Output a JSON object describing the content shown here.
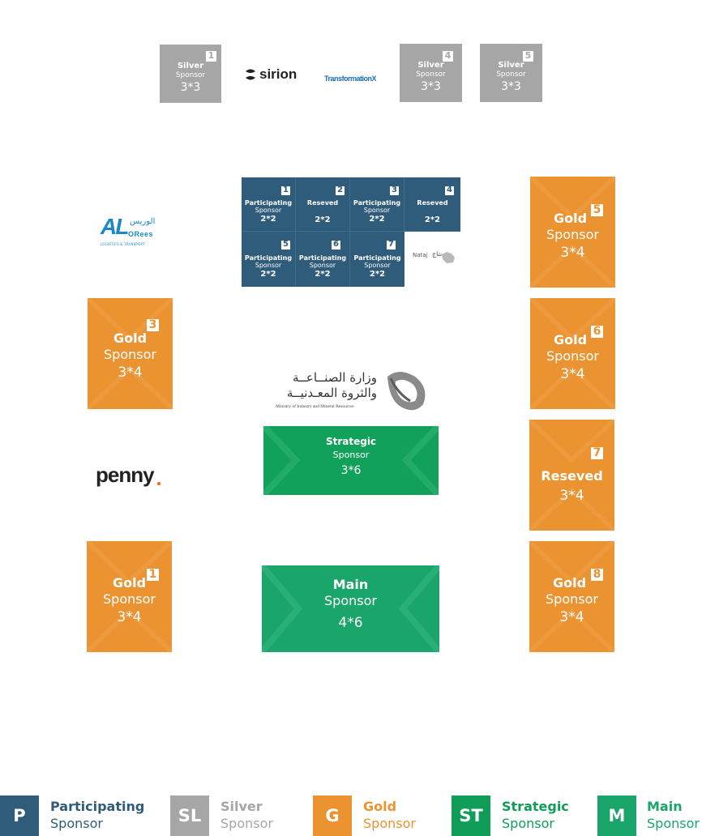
{
  "colors": {
    "participating": "#2f5c7a",
    "silver": "#a7a6a6",
    "gold": "#ea9330",
    "strategic": "#0f9d58",
    "main": "#1aa56a"
  },
  "silver_booths": [
    {
      "num": "1",
      "line1": "Silver",
      "line2": "Sponsor",
      "size": "3*3"
    },
    {
      "num": "4",
      "line1": "Silver",
      "line2": "Sponsor",
      "size": "3*3"
    },
    {
      "num": "5",
      "line1": "Silver",
      "line2": "Sponsor",
      "size": "3*3"
    }
  ],
  "participating_booths": [
    {
      "num": "1",
      "line1": "Participating",
      "line2": "Sponsor",
      "size": "2*2"
    },
    {
      "num": "2",
      "line1": "Reseved",
      "line2": "",
      "size": "2*2"
    },
    {
      "num": "3",
      "line1": "Participating",
      "line2": "Sponsor",
      "size": "2*2"
    },
    {
      "num": "4",
      "line1": "Reseved",
      "line2": "",
      "size": "2*2"
    },
    {
      "num": "5",
      "line1": "Participating",
      "line2": "Sponsor",
      "size": "2*2"
    },
    {
      "num": "6",
      "line1": "Participating",
      "line2": "Sponsor",
      "size": "2*2"
    },
    {
      "num": "7",
      "line1": "Participating",
      "line2": "Sponsor",
      "size": "2*2"
    }
  ],
  "gold_booths": [
    {
      "num": "5",
      "line1": "Gold",
      "line2": "Sponsor",
      "size": "3*4"
    },
    {
      "num": "3",
      "line1": "Gold",
      "line2": "Sponsor",
      "size": "3*4"
    },
    {
      "num": "6",
      "line1": "Gold",
      "line2": "Sponsor",
      "size": "3*4"
    },
    {
      "num": "7",
      "line1": "Reseved",
      "line2": "",
      "size": "3*4"
    },
    {
      "num": "1",
      "line1": "Gold",
      "line2": "Sponsor",
      "size": "3*4"
    },
    {
      "num": "8",
      "line1": "Gold",
      "line2": "Sponsor",
      "size": "3*4"
    }
  ],
  "strategic_booth": {
    "line1": "Strategic",
    "line2": "Sponsor",
    "size": "3*6"
  },
  "main_booth": {
    "line1": "Main",
    "line2": "Sponsor",
    "size": "4*6"
  },
  "logos": {
    "sirion": "sirion",
    "transformation": "TransformationX",
    "alorees_main": "AL",
    "alorees_arabic": "الوريس",
    "alorees_sub": "LOGISTICS & TRANSPORT",
    "alorees_brand": "ORees",
    "nataj": "Nataj",
    "nataj_ar": "نتاج",
    "ministry_ar1": "وزارة الصنــاعــة",
    "ministry_ar2": "والثروة المعـدنيــة",
    "ministry_en": "Ministry of Industry and Mineral Resources",
    "penny": "penny"
  },
  "legend": [
    {
      "abbr": "P",
      "title": "Participating",
      "sub": "Sponsor",
      "color": "#2f5c7a"
    },
    {
      "abbr": "SL",
      "title": "Silver",
      "sub": "Sponsor",
      "color": "#a7a6a6"
    },
    {
      "abbr": "G",
      "title": "Gold",
      "sub": "Sponsor",
      "color": "#ea9330"
    },
    {
      "abbr": "ST",
      "title": "Strategic",
      "sub": "Sponsor",
      "color": "#0f9d58"
    },
    {
      "abbr": "M",
      "title": "Main",
      "sub": "Sponsor",
      "color": "#1aa56a"
    }
  ]
}
